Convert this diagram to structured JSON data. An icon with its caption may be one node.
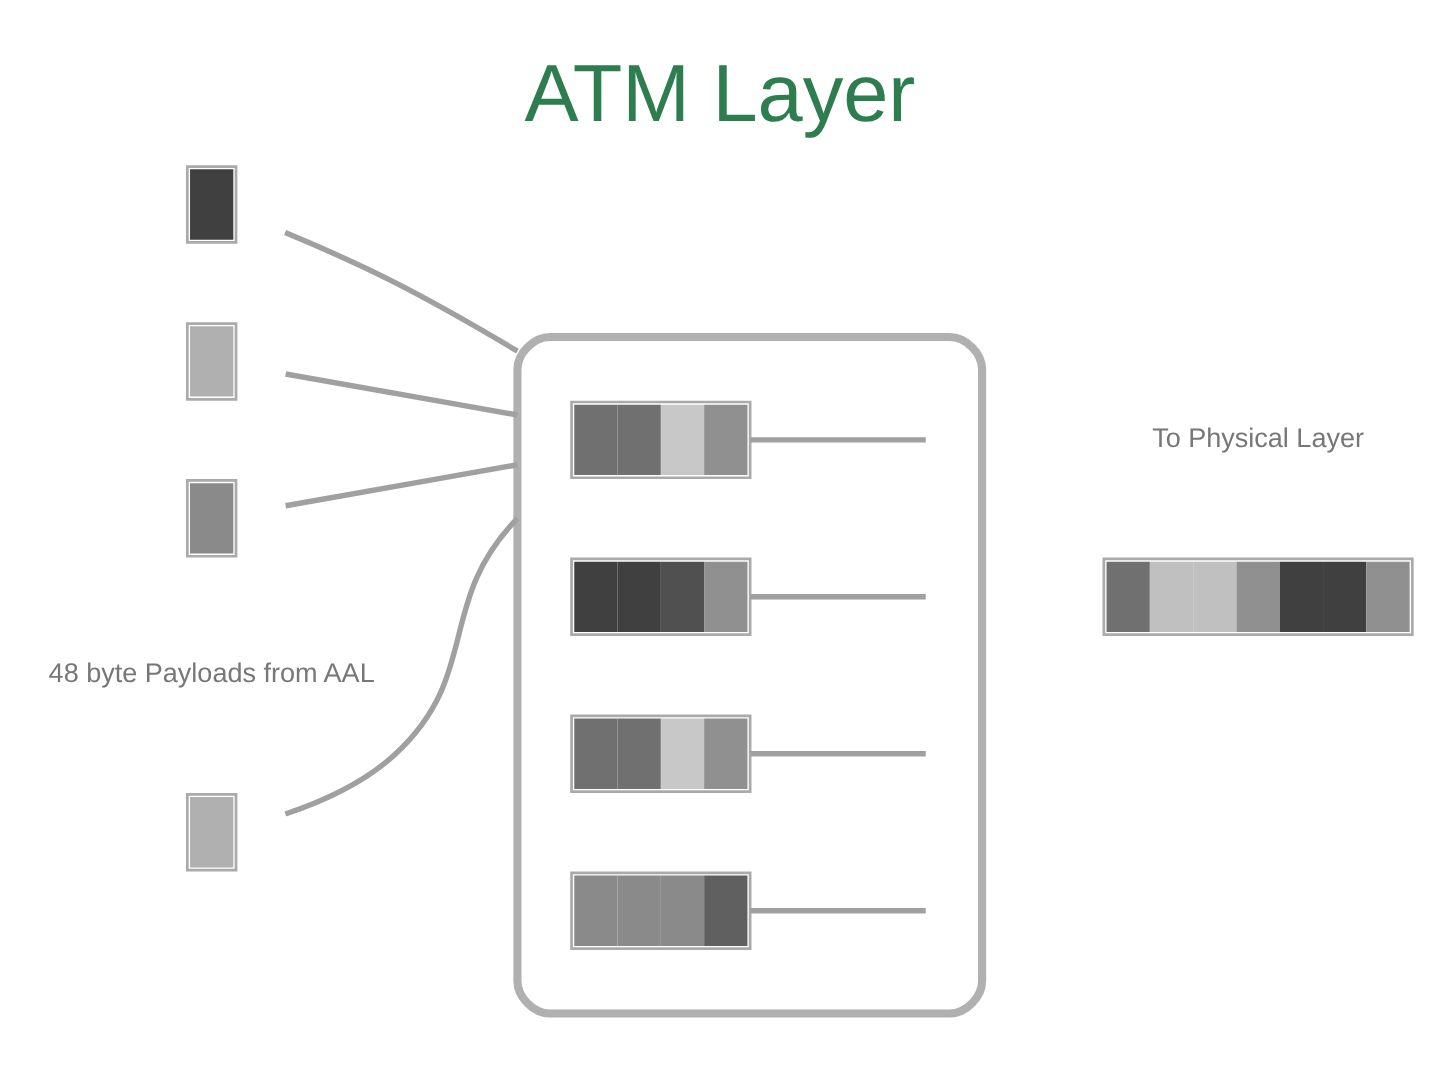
{
  "diagram": {
    "title": "ATM Layer",
    "nodes": [
      {
        "text": [],
        "shape": "bar"
      },
      {
        "text": [],
        "shape": "bar"
      },
      {
        "text": [],
        "shape": "bar"
      },
      {
        "text": [],
        "shape": "bar"
      },
      {
        "text": [],
        "shape": "box"
      },
      {
        "text": [],
        "shape": "bar",
        "in": 4
      },
      {
        "text": [],
        "shape": "bar",
        "in": 4
      },
      {
        "text": [],
        "shape": "bar",
        "in": 4
      },
      {
        "text": [],
        "shape": "bar",
        "in": 4
      },
      {
        "text": [],
        "shape": "bar"
      }
    ],
    "edges": [
      {
        "from": 0,
        "to": 4,
        "arrow": "none"
      },
      {
        "from": 1,
        "to": 4,
        "arrow": "none"
      },
      {
        "from": 2,
        "to": 4,
        "arrow": "none"
      },
      {
        "from": 3,
        "to": 4,
        "arrow": "none"
      },
      {
        "from": 5,
        "to": null,
        "arrow": "none"
      },
      {
        "from": 6,
        "to": null,
        "arrow": "none"
      },
      {
        "from": 7,
        "to": null,
        "arrow": "none"
      },
      {
        "from": 8,
        "to": null,
        "arrow": "none"
      }
    ],
    "labels": [
      "48 byte Payloads from AAL",
      "To Physical Layer"
    ]
  }
}
